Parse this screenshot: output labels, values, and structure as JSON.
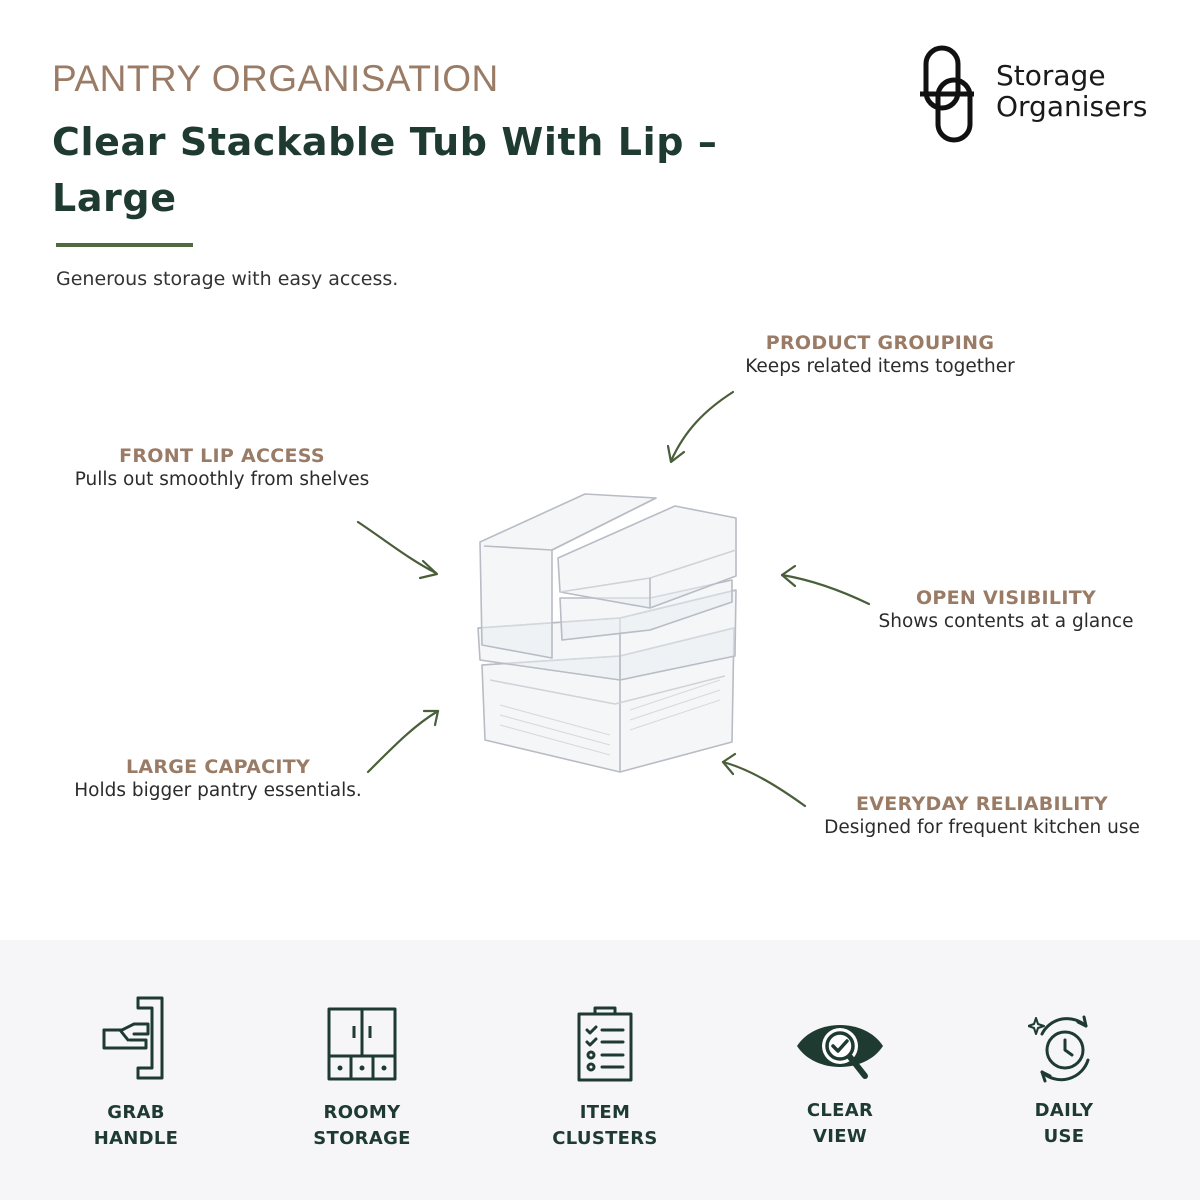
{
  "header": {
    "category": "PANTRY ORGANISATION",
    "title": "Clear Stackable Tub With Lip – Large",
    "subtitle": "Generous storage with easy access."
  },
  "logo": {
    "line1": "Storage",
    "line2": "Organisers"
  },
  "callouts": [
    {
      "title": "PRODUCT GROUPING",
      "desc": "Keeps related items together"
    },
    {
      "title": "FRONT LIP ACCESS",
      "desc": "Pulls out smoothly from shelves"
    },
    {
      "title": "OPEN VISIBILITY",
      "desc": "Shows contents at a glance"
    },
    {
      "title": "LARGE CAPACITY",
      "desc": "Holds bigger pantry essentials."
    },
    {
      "title": "EVERYDAY RELIABILITY",
      "desc": "Designed for frequent kitchen use"
    }
  ],
  "features": [
    {
      "line1": "GRAB",
      "line2": "HANDLE",
      "icon": "grab-handle-icon"
    },
    {
      "line1": "ROOMY",
      "line2": "STORAGE",
      "icon": "cabinet-icon"
    },
    {
      "line1": "ITEM",
      "line2": "CLUSTERS",
      "icon": "clipboard-checklist-icon"
    },
    {
      "line1": "CLEAR",
      "line2": "VIEW",
      "icon": "eye-magnifier-icon"
    },
    {
      "line1": "DAILY",
      "line2": "USE",
      "icon": "clock-cycle-icon"
    }
  ],
  "colors": {
    "heading": "#1e3a31",
    "accent_brown": "#9a7b66",
    "arrow_green": "#4a5e3a",
    "band": "#f6f6f8"
  }
}
